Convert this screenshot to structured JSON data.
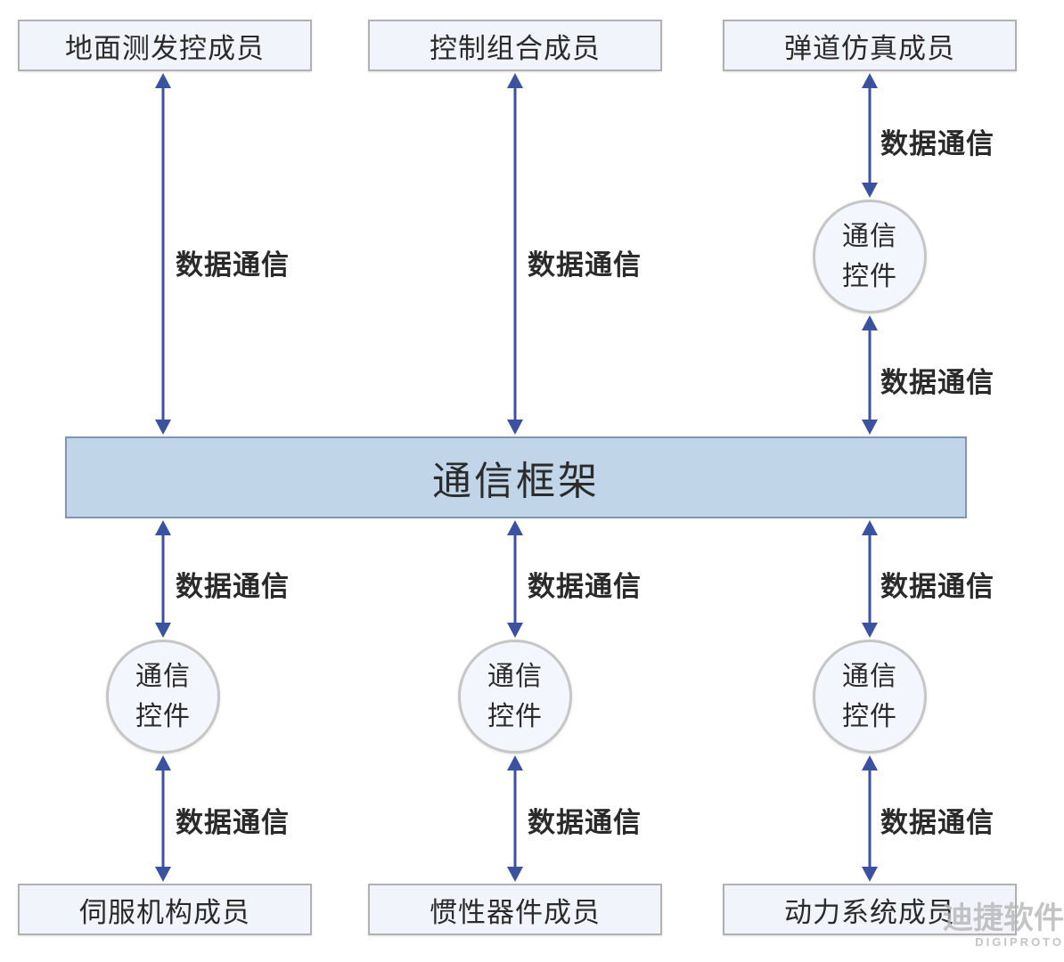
{
  "diagram": {
    "framework": {
      "label": "通信框架"
    },
    "members_top": [
      {
        "label": "地面测发控成员"
      },
      {
        "label": "控制组合成员"
      },
      {
        "label": "弹道仿真成员"
      }
    ],
    "members_bottom": [
      {
        "label": "伺服机构成员"
      },
      {
        "label": "惯性器件成员"
      },
      {
        "label": "动力系统成员"
      }
    ],
    "connectors": [
      {
        "line1": "通信",
        "line2": "控件"
      },
      {
        "line1": "通信",
        "line2": "控件"
      },
      {
        "line1": "通信",
        "line2": "控件"
      },
      {
        "line1": "通信",
        "line2": "控件"
      }
    ],
    "edges": [
      {
        "from": "地面测发控成员",
        "to": "通信框架",
        "label": "数据通信"
      },
      {
        "from": "控制组合成员",
        "to": "通信框架",
        "label": "数据通信"
      },
      {
        "from": "弹道仿真成员",
        "to": "通信控件(右上)",
        "label": "数据通信"
      },
      {
        "from": "通信控件(右上)",
        "to": "通信框架",
        "label": "数据通信"
      },
      {
        "from": "通信框架",
        "to": "通信控件(左下)",
        "label": "数据通信"
      },
      {
        "from": "通信控件(左下)",
        "to": "伺服机构成员",
        "label": "数据通信"
      },
      {
        "from": "通信框架",
        "to": "通信控件(中下)",
        "label": "数据通信"
      },
      {
        "from": "通信控件(中下)",
        "to": "惯性器件成员",
        "label": "数据通信"
      },
      {
        "from": "通信框架",
        "to": "通信控件(右下)",
        "label": "数据通信"
      },
      {
        "from": "通信控件(右下)",
        "to": "动力系统成员",
        "label": "数据通信"
      }
    ]
  },
  "watermark": {
    "title": "迪捷软件",
    "subtitle": "DIGIPROTO"
  },
  "colors": {
    "arrow": "#3a529f",
    "fw-fill": "#c1d5e9",
    "fw-border": "#8094b6",
    "member-fill": "#f1f4fb",
    "member-border": "#b1b1b1",
    "conn-fill": "#f3f6fd",
    "conn-border": "#c6c6c6",
    "text": "#2b2b2b",
    "label-text": "#2a2a2a",
    "watermark": "#b4b4b4"
  }
}
